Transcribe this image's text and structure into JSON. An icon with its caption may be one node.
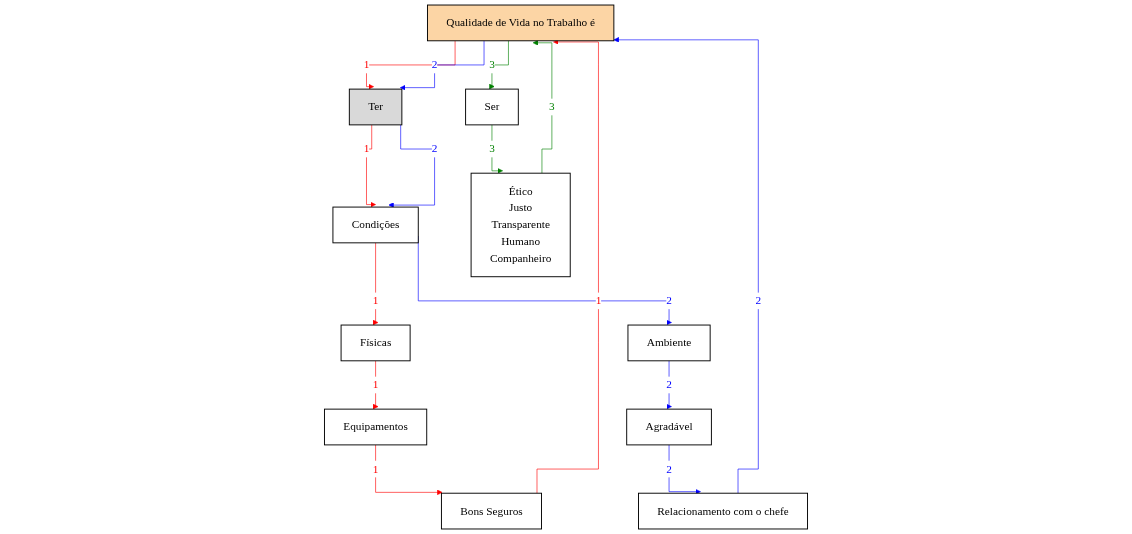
{
  "diagram": {
    "nodes": [
      {
        "text": [
          "Qualidade de Vida no Trabalho é"
        ]
      },
      {
        "text": [
          "Bons Seguros"
        ]
      },
      {
        "text": [
          "Ter"
        ]
      },
      {
        "text": [
          "Relacionamento com o chefe"
        ]
      },
      {
        "text": [
          "Ser"
        ]
      },
      {
        "text": [
          "Equipamentos"
        ]
      },
      {
        "text": [
          "Condições"
        ]
      },
      {
        "text": [
          "Agradável"
        ]
      },
      {
        "text": [
          "Ético",
          "Justo",
          "Transparente",
          "Humano",
          "Companheiro"
        ]
      },
      {
        "text": [
          "Físicas"
        ]
      },
      {
        "text": [
          "Ambiente"
        ]
      }
    ],
    "edges": [
      {
        "from": 1,
        "to": 0,
        "arrow": "to",
        "label": "1",
        "color": "#ff0000"
      },
      {
        "from": 0,
        "to": 2,
        "arrow": "to",
        "label": "1",
        "color": "#ff0000"
      },
      {
        "from": 0,
        "to": 2,
        "arrow": "to",
        "label": "2",
        "color": "#0000ff"
      },
      {
        "from": 3,
        "to": 0,
        "arrow": "to",
        "label": "2",
        "color": "#0000ff"
      },
      {
        "from": 0,
        "to": 4,
        "arrow": "to",
        "label": "3",
        "color": "#008000"
      },
      {
        "from": 8,
        "to": 0,
        "arrow": "to",
        "label": "3",
        "color": "#008000"
      },
      {
        "from": 5,
        "to": 1,
        "arrow": "to",
        "label": "1",
        "color": "#ff0000"
      },
      {
        "from": 2,
        "to": 6,
        "arrow": "to",
        "label": "1",
        "color": "#ff0000"
      },
      {
        "from": 2,
        "to": 6,
        "arrow": "to",
        "label": "2",
        "color": "#0000ff"
      },
      {
        "from": 7,
        "to": 3,
        "arrow": "to",
        "label": "2",
        "color": "#0000ff"
      },
      {
        "from": 4,
        "to": 8,
        "arrow": "to",
        "label": "3",
        "color": "#008000"
      },
      {
        "from": 9,
        "to": 5,
        "arrow": "to",
        "label": "1",
        "color": "#ff0000"
      },
      {
        "from": 6,
        "to": 9,
        "arrow": "to",
        "label": "1",
        "color": "#ff0000"
      },
      {
        "from": 6,
        "to": 10,
        "arrow": "to",
        "label": "2",
        "color": "#0000ff"
      },
      {
        "from": 10,
        "to": 7,
        "arrow": "to",
        "label": "2",
        "color": "#0000ff"
      }
    ]
  }
}
